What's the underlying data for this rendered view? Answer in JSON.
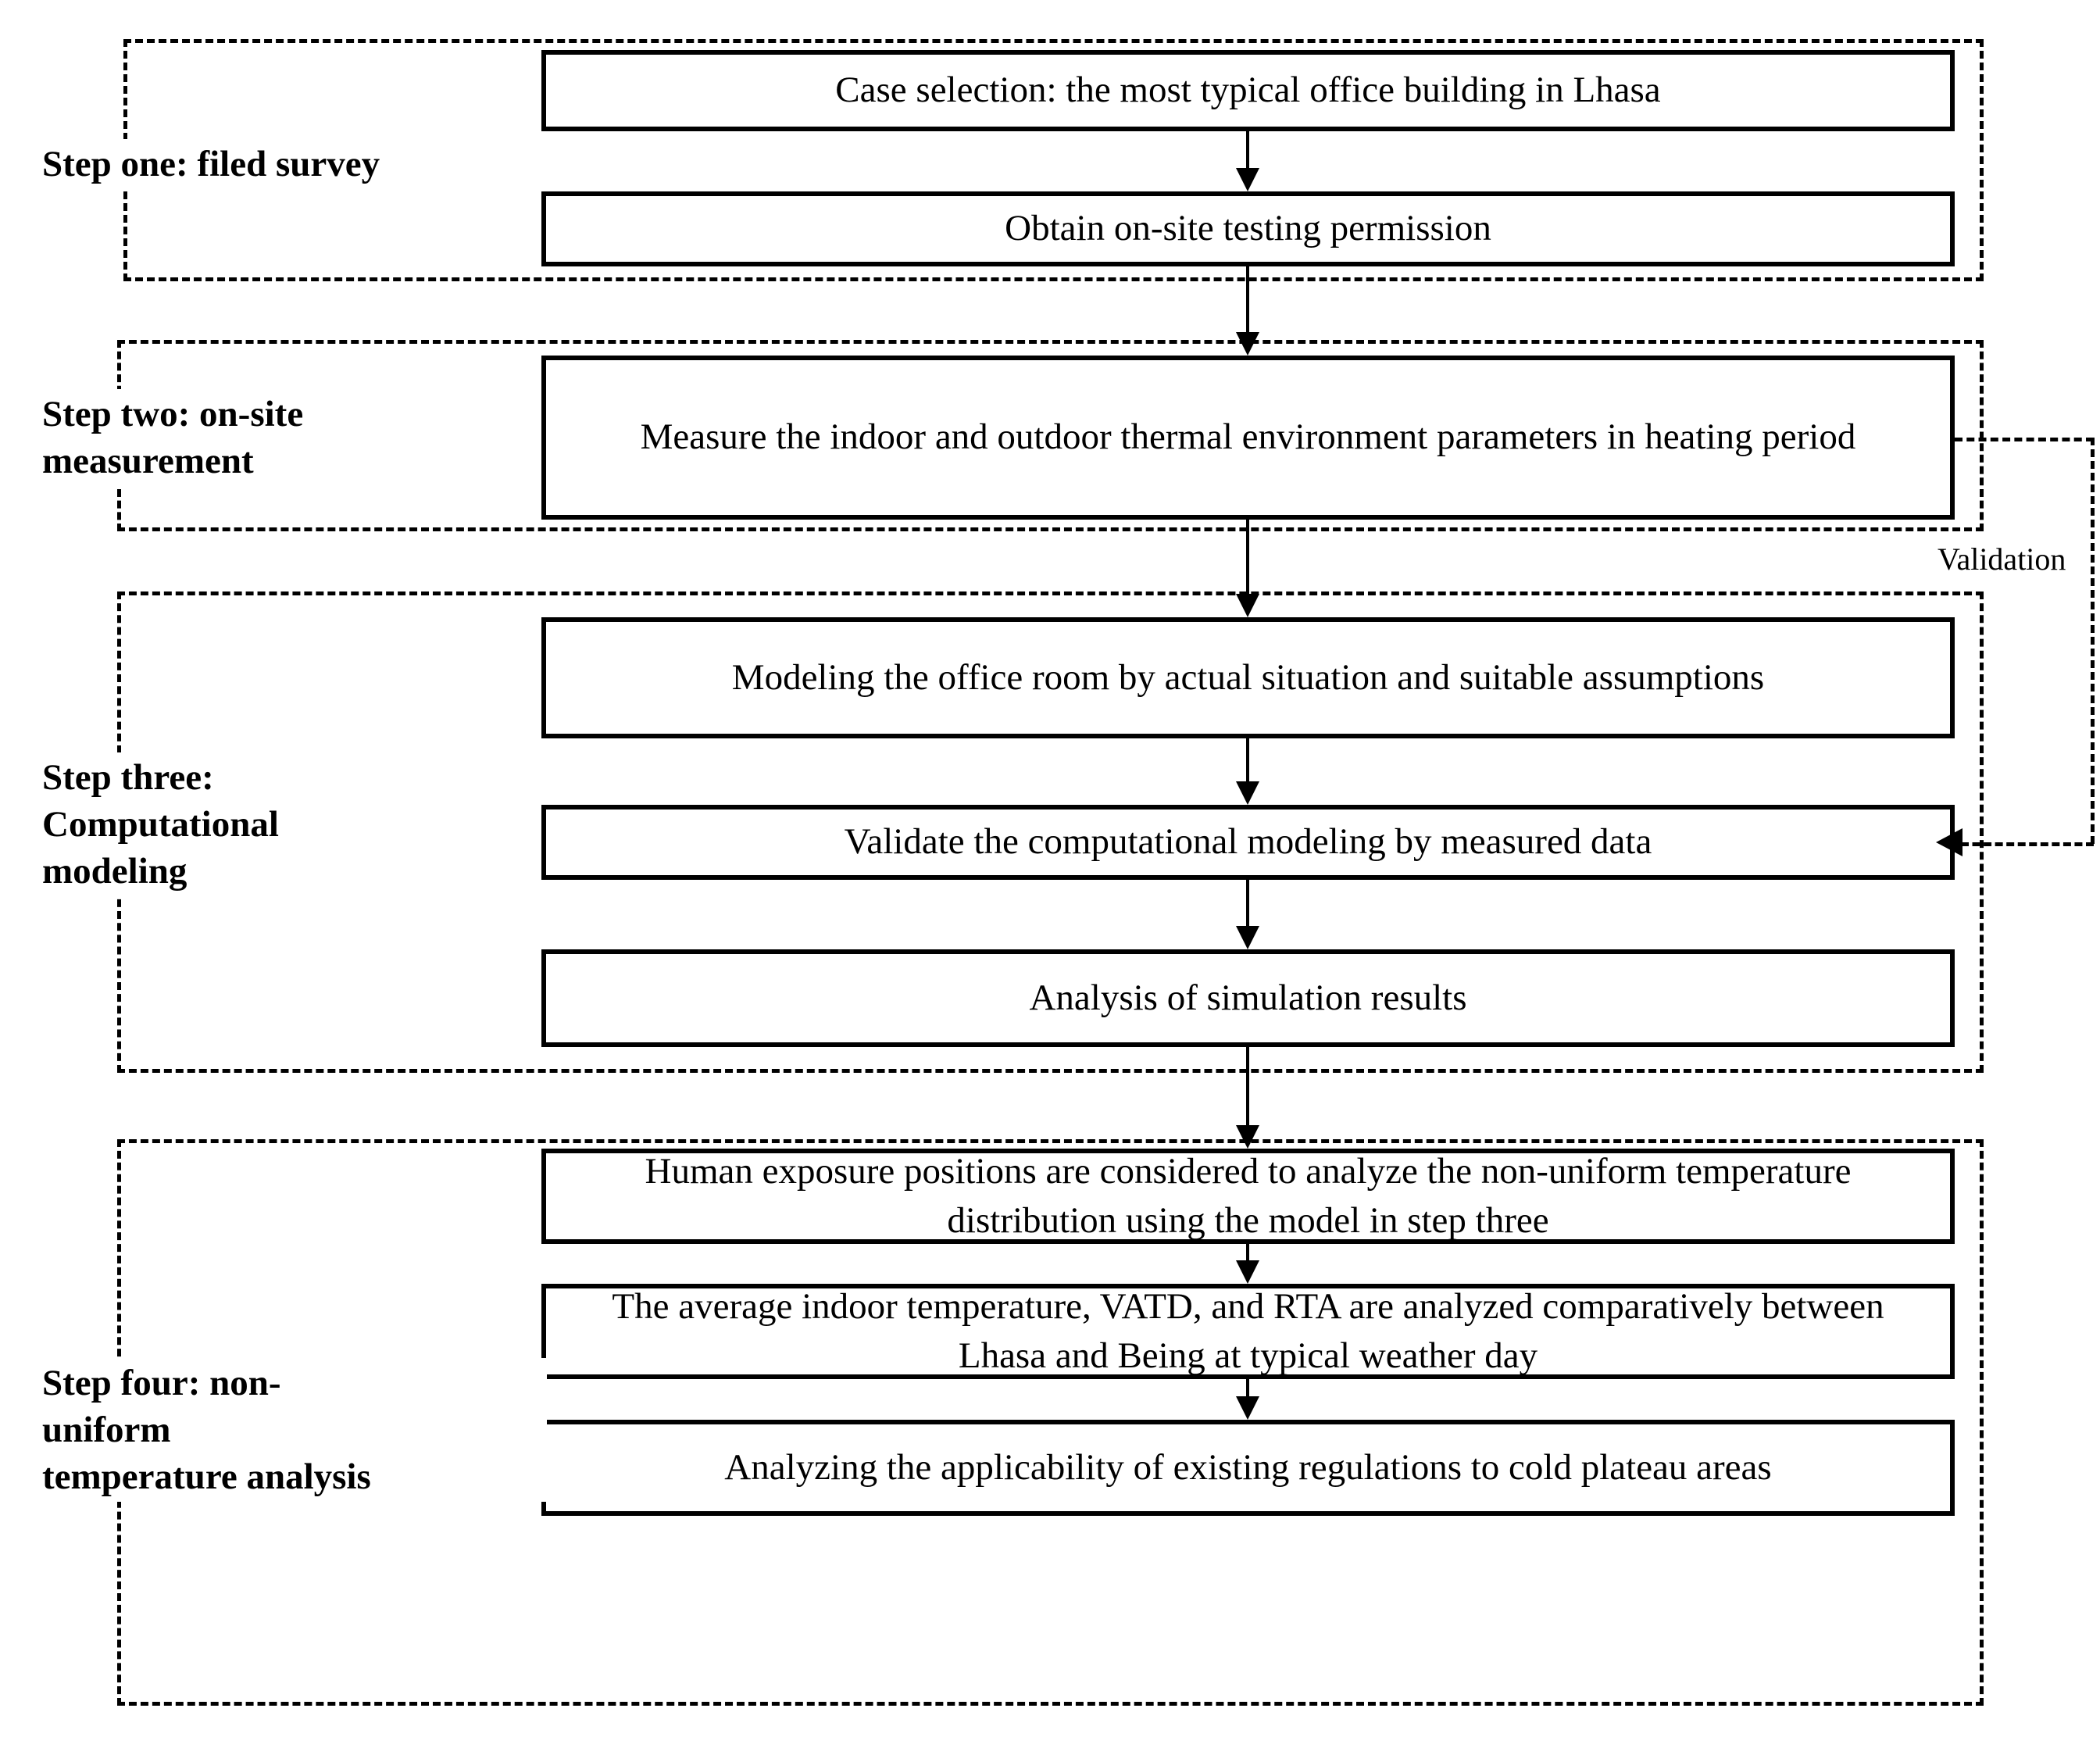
{
  "diagram": {
    "title": "Research methodology flowchart",
    "steps": [
      {
        "id": "step-one",
        "label": "Step one: filed survey",
        "boxes": [
          {
            "id": "case-selection",
            "text": "Case selection: the most typical office building in Lhasa"
          },
          {
            "id": "obtain-permission",
            "text": "Obtain on-site testing permission"
          }
        ]
      },
      {
        "id": "step-two",
        "label": "Step two: on-site\nmeasurement",
        "boxes": [
          {
            "id": "measure-parameters",
            "text": "Measure the indoor and outdoor thermal environment parameters in heating period"
          }
        ]
      },
      {
        "id": "step-three",
        "label": "Step three:\nComputational\nmodeling",
        "boxes": [
          {
            "id": "modeling-office-room",
            "text": "Modeling the office room by actual situation and suitable assumptions"
          },
          {
            "id": "validate-modeling",
            "text": "Validate the computational modeling by measured data"
          },
          {
            "id": "analysis-simulation",
            "text": "Analysis of simulation results"
          }
        ]
      },
      {
        "id": "step-four",
        "label": "Step four: non-\nuniform\ntemperature analysis",
        "boxes": [
          {
            "id": "human-exposure",
            "text": "Human exposure positions are considered to analyze the non-uniform temperature distribution using the model in step three"
          },
          {
            "id": "average-temperature",
            "text": "The average indoor temperature, VATD, and RTA are analyzed comparatively between Lhasa and Being at typical weather day"
          },
          {
            "id": "applicability-regulations",
            "text": "Analyzing the applicability of existing regulations to cold plateau areas"
          }
        ]
      }
    ],
    "feedback": {
      "id": "validation-loop",
      "label": "Validation",
      "from": "measure-parameters",
      "to": "validate-modeling"
    },
    "colors": {
      "line": "#000000",
      "background": "#ffffff",
      "text": "#000000"
    }
  }
}
